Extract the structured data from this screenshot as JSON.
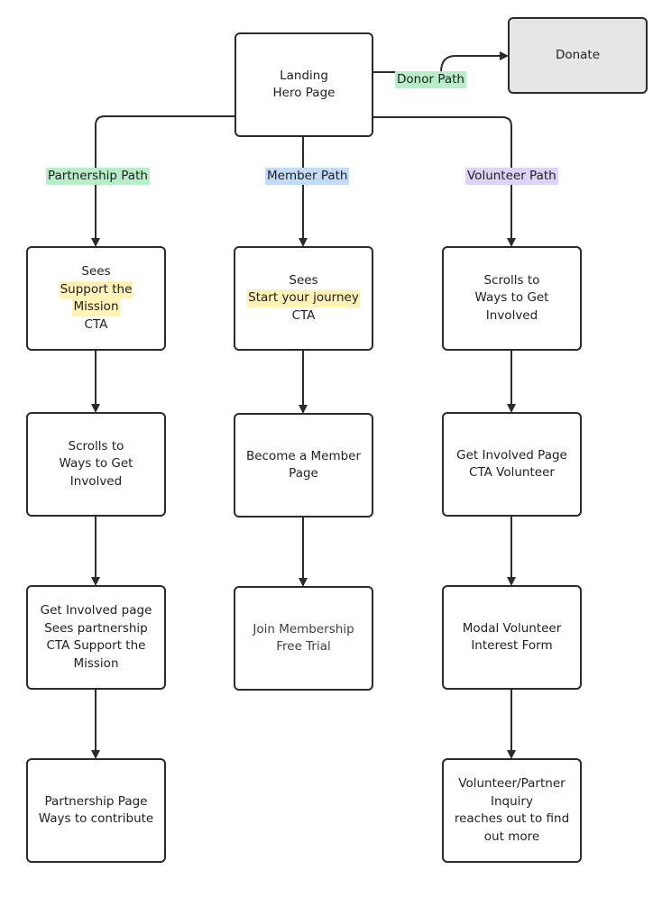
{
  "nodes": {
    "landing": [
      "Landing",
      "Hero Page"
    ],
    "donate": [
      "Donate"
    ],
    "p1": [
      "Sees",
      "Support the",
      "Mission",
      "CTA"
    ],
    "p2": [
      "Scrolls to",
      "Ways to Get",
      "Involved"
    ],
    "p3": [
      "Get Involved page",
      "Sees partnership",
      "CTA Support the",
      "Mission"
    ],
    "p4": [
      "Partnership Page",
      "Ways to contribute"
    ],
    "m1": [
      "Sees",
      "Start your journey",
      "CTA"
    ],
    "m2": [
      "Become a Member",
      "Page"
    ],
    "m3": [
      "Join Membership",
      "Free Trial"
    ],
    "v1": [
      "Scrolls to",
      "Ways to Get",
      "Involved"
    ],
    "v2": [
      "Get Involved Page",
      "CTA Volunteer"
    ],
    "v3": [
      "Modal Volunteer",
      "Interest Form"
    ],
    "v4": [
      "Volunteer/Partner",
      "Inquiry",
      "reaches out to find",
      "out more"
    ]
  },
  "labels": {
    "donor": "Donor Path",
    "partnership": "Partnership Path",
    "member": "Member Path",
    "volunteer": "Volunteer Path"
  },
  "colors": {
    "edge": "#2b2b2b",
    "green_tag": "#b7edc8",
    "blue_tag": "#c2dbf7",
    "purple_tag": "#dcd3f7",
    "highlight": "#fff2b8",
    "donate_fill": "#e6e6e6"
  }
}
